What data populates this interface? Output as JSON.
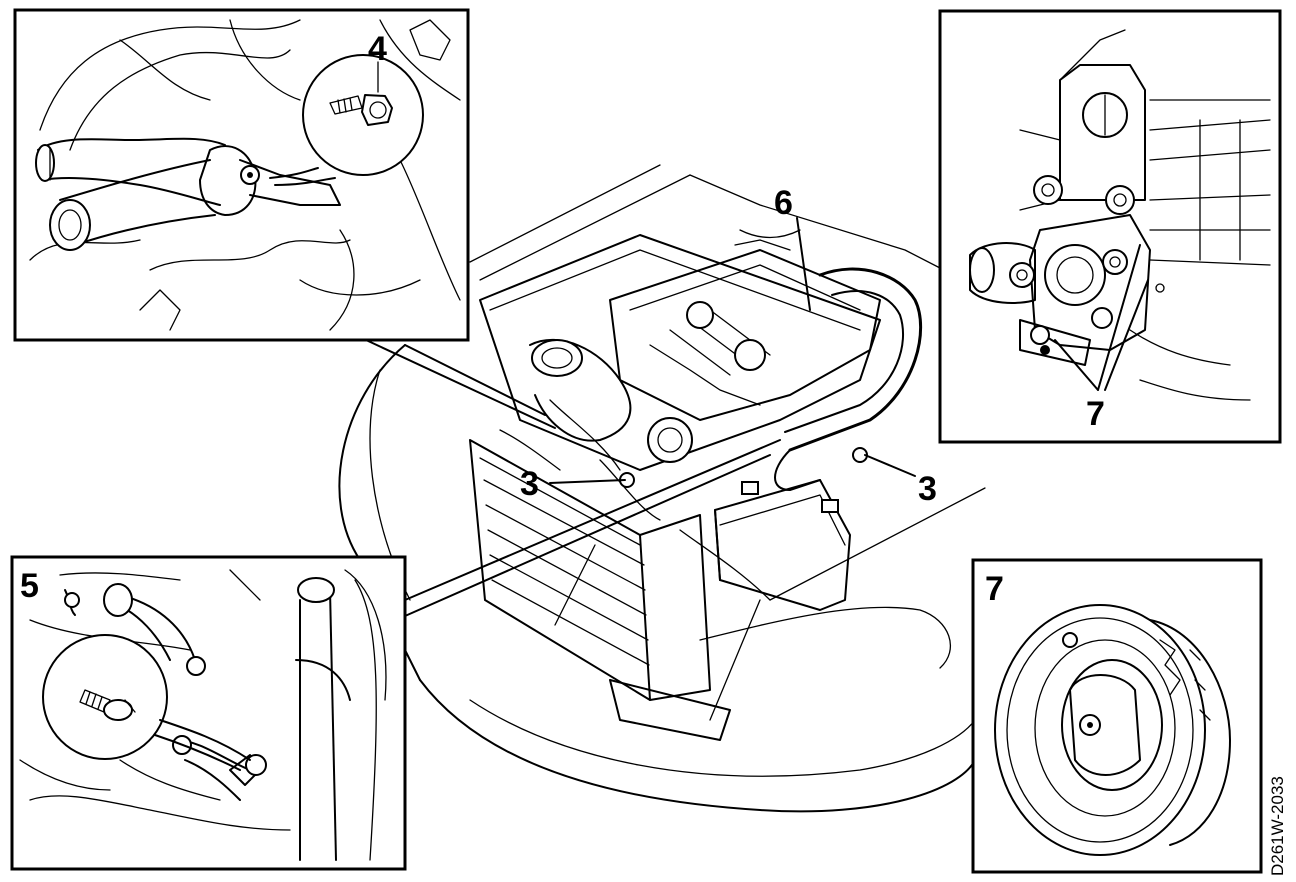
{
  "figure": {
    "drawing_code": "D261W-2033",
    "callouts": {
      "inset_top_left": "4",
      "inset_bottom_left": "5",
      "engine_left": "3",
      "engine_right": "3",
      "engine_top": "6",
      "inset_top_right": "7",
      "inset_bottom_right": "7"
    }
  }
}
